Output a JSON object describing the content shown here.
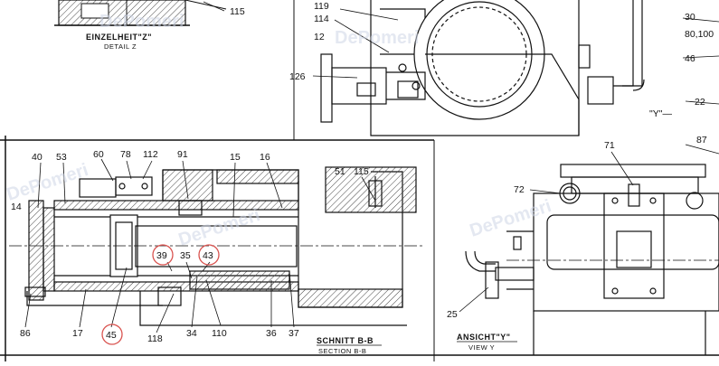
{
  "callouts": {
    "n115a": "115",
    "n30": "30",
    "n80_100": "80,100",
    "n46": "46",
    "n22": "22",
    "n87": "87",
    "n119": "119",
    "n114": "114",
    "n12": "12",
    "n126": "126",
    "n14": "14",
    "n40": "40",
    "n53": "53",
    "n60": "60",
    "n78": "78",
    "n112": "112",
    "n91": "91",
    "n15": "15",
    "n16": "16",
    "n51": "51",
    "n115b": "115",
    "n39": "39",
    "n35": "35",
    "n43": "43",
    "n86": "86",
    "n17": "17",
    "n45": "45",
    "n118": "118",
    "n34": "34",
    "n110": "110",
    "n36": "36",
    "n37": "37",
    "n71": "71",
    "n72": "72",
    "n25": "25",
    "y_arrow": "\"Y\"—"
  },
  "captions": {
    "detail_de": "EINZELHEIT\"Z\"",
    "detail_en": "DETAIL Z",
    "section_de": "SCHNITT B-B",
    "section_en": "SECTION B-B",
    "view_de": "ANSICHT\"Y\"",
    "view_en": "VIEW Y"
  },
  "watermark": {
    "text": "DePomeri"
  },
  "colors": {
    "ink": "#111111",
    "hatch": "#444444",
    "highlight": "#d9534f",
    "watermark": "#cfd6e6"
  }
}
